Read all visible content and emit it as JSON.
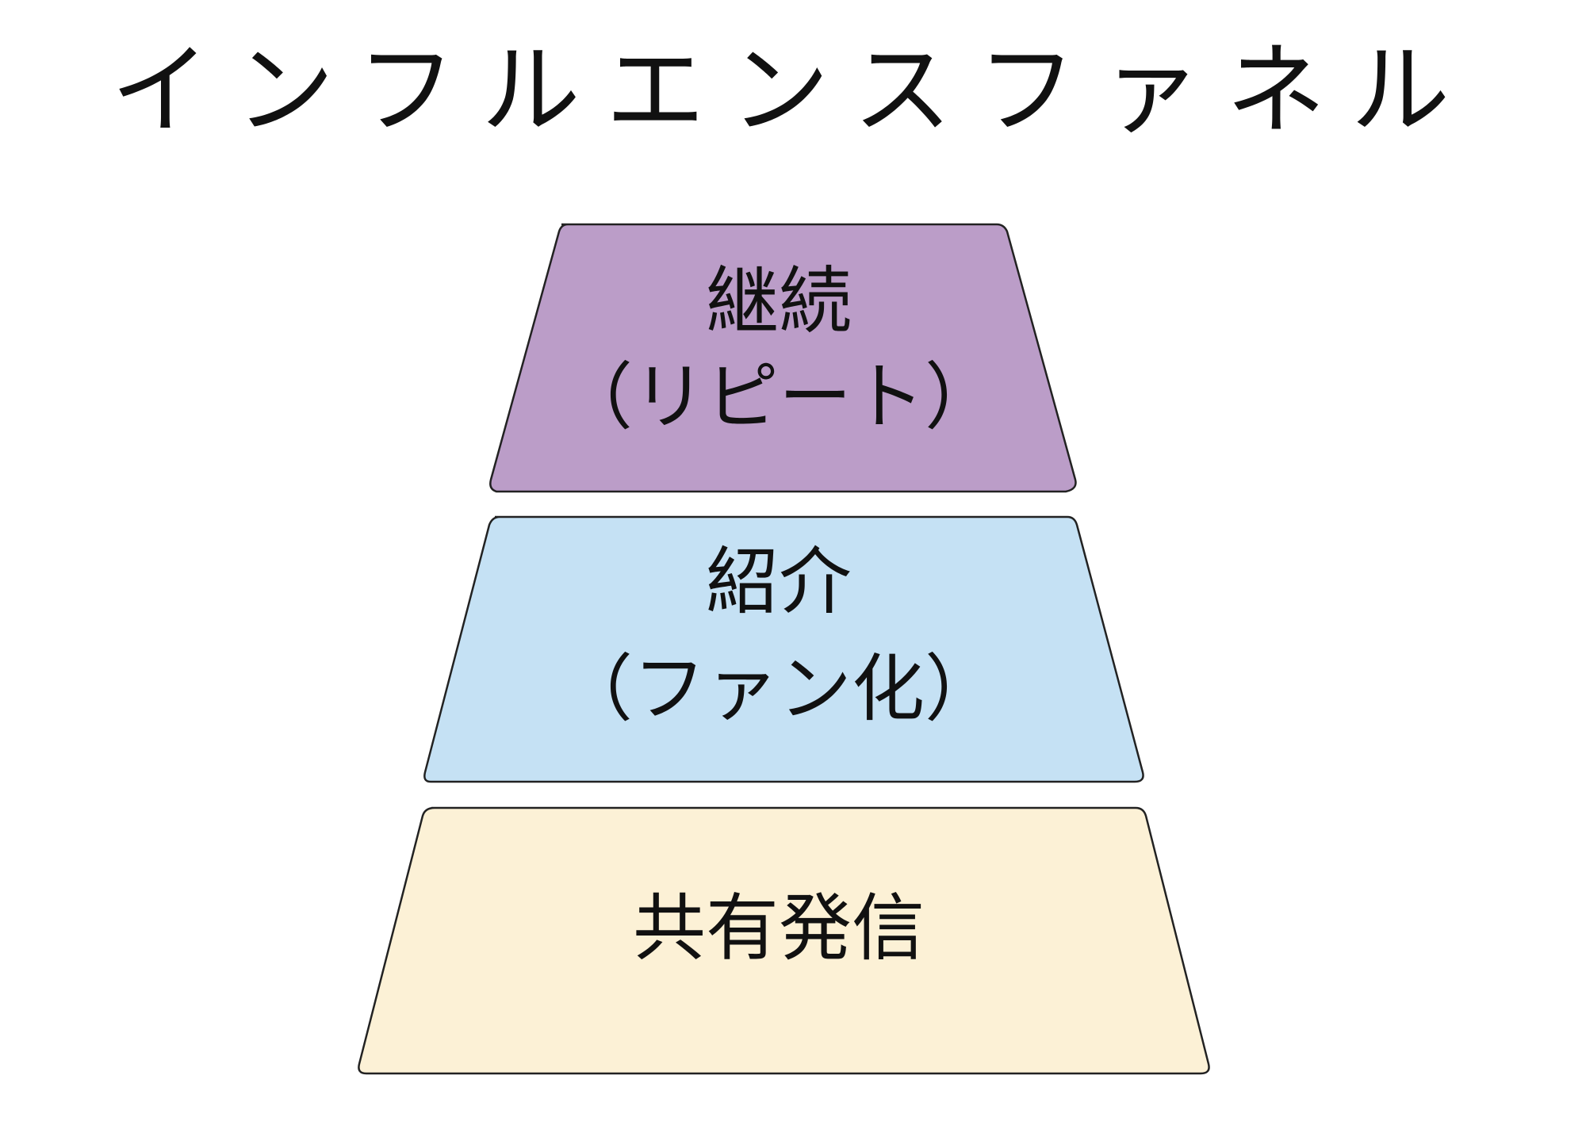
{
  "title": "インフルエンスファネル",
  "colors": {
    "stroke": "#222222",
    "top_fill": "#bb9dc8",
    "middle_fill": "#c5e1f4",
    "bottom_fill": "#fcf1d6"
  },
  "funnel": [
    {
      "line1": "継続",
      "line2": "（リピート）"
    },
    {
      "line1": "紹介",
      "line2": "（ファン化）"
    },
    {
      "line1": "共有発信",
      "line2": ""
    }
  ]
}
